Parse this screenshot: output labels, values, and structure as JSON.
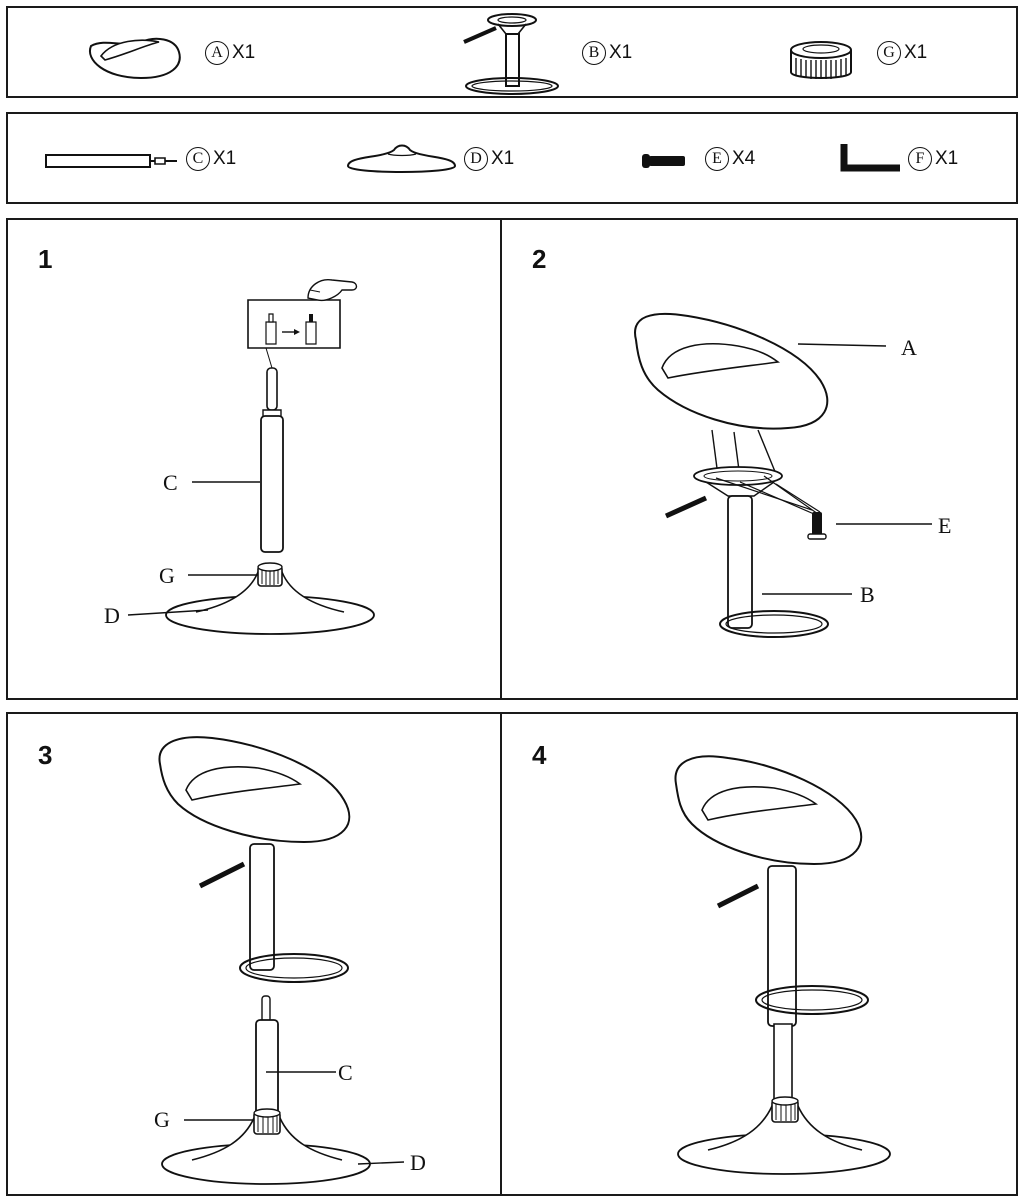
{
  "parts_row1": [
    {
      "letter": "A",
      "qty": "X1",
      "icon": "seat-shell-icon"
    },
    {
      "letter": "B",
      "qty": "X1",
      "icon": "column-footrest-icon"
    },
    {
      "letter": "G",
      "qty": "X1",
      "icon": "bushing-ring-icon"
    }
  ],
  "parts_row2": [
    {
      "letter": "C",
      "qty": "X1",
      "icon": "gas-cylinder-icon"
    },
    {
      "letter": "D",
      "qty": "X1",
      "icon": "round-base-icon"
    },
    {
      "letter": "E",
      "qty": "X4",
      "icon": "screw-icon"
    },
    {
      "letter": "F",
      "qty": "X1",
      "icon": "allen-key-icon"
    }
  ],
  "steps": [
    {
      "number": "1",
      "labels": {
        "c": "C",
        "g": "G",
        "d": "D"
      }
    },
    {
      "number": "2",
      "labels": {
        "a": "A",
        "e": "E",
        "b": "B"
      }
    },
    {
      "number": "3",
      "labels": {
        "c": "C",
        "g": "G",
        "d": "D"
      }
    },
    {
      "number": "4",
      "labels": {}
    }
  ]
}
